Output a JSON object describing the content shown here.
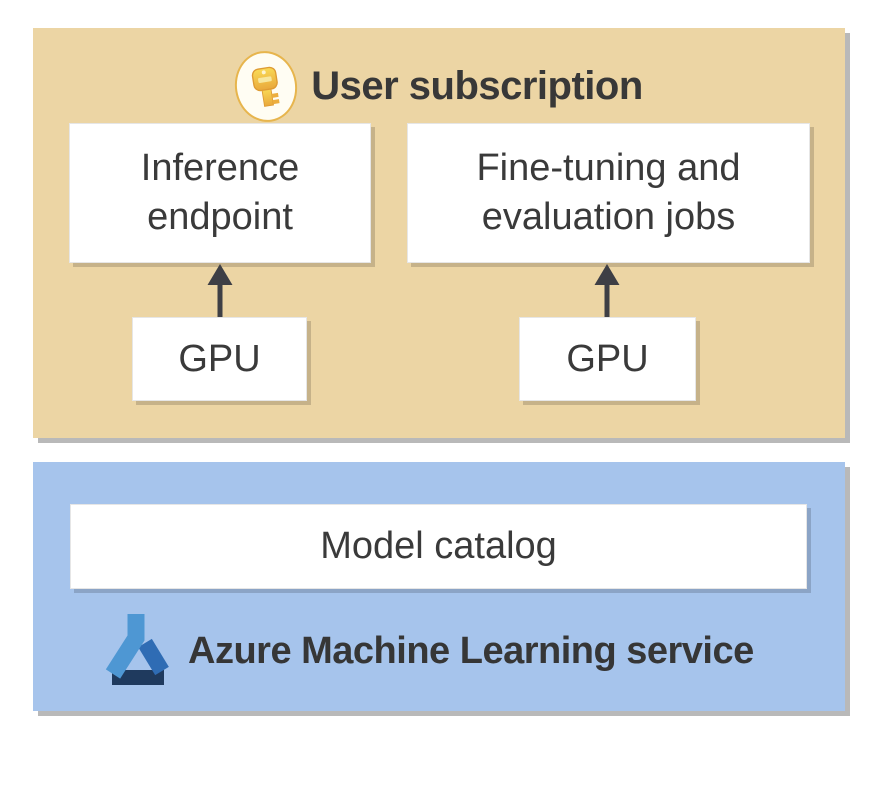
{
  "user_subscription_panel": {
    "title": "User subscription",
    "background_color": "#ECD5A4",
    "key_icon": "key-icon",
    "inference_endpoint_box": {
      "line1": "Inference",
      "line2": "endpoint"
    },
    "finetuning_box": {
      "line1": "Fine-tuning and",
      "line2": "evaluation jobs"
    },
    "gpu_left_box": {
      "label": "GPU"
    },
    "gpu_right_box": {
      "label": "GPU"
    }
  },
  "azure_ml_panel": {
    "title": "Azure Machine Learning service",
    "background_color": "#A6C4EC",
    "model_catalog_box": {
      "label": "Model catalog"
    },
    "azure_ml_icon": "azure-machine-learning-icon"
  },
  "colors": {
    "panel_tan": "#ECD5A4",
    "panel_blue": "#A6C4EC",
    "panel_shadow": "#B9B9B9",
    "text_dark": "#3A3A3A",
    "arrow": "#3E3F45",
    "key_gold_light": "#F9DA56",
    "key_gold_dark": "#E9A83C",
    "key_badge_border": "#E7B54D",
    "azure_light_blue": "#4E97D3",
    "azure_medium_blue": "#2F6CB4",
    "azure_dark_navy": "#1F3A5E"
  }
}
